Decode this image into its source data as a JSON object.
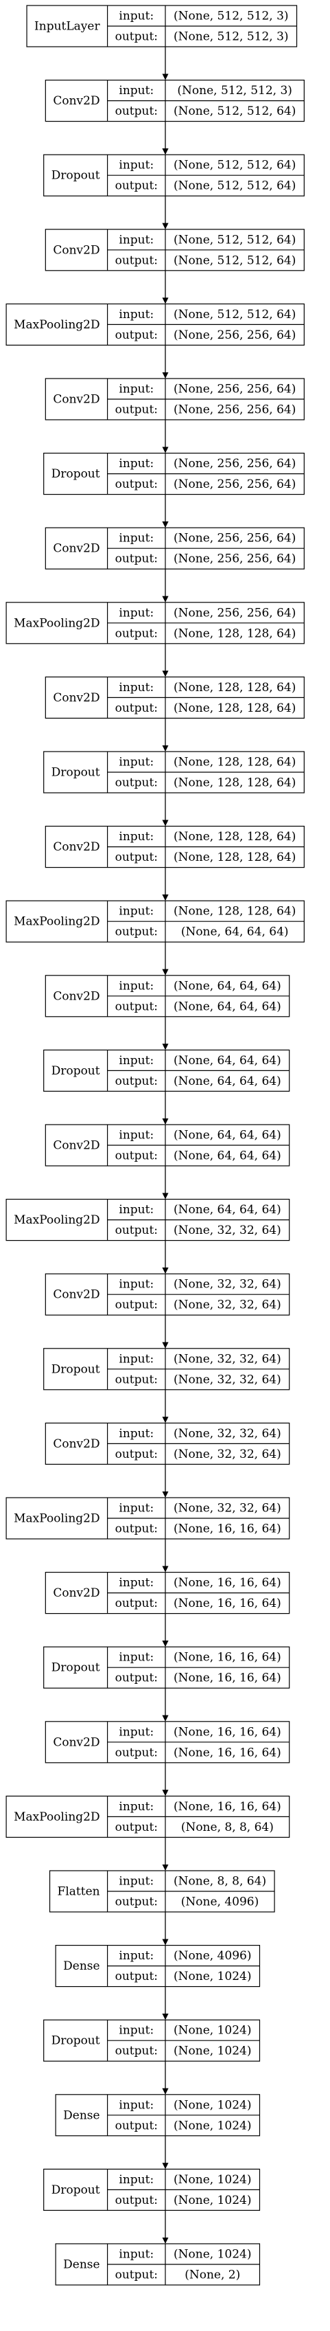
{
  "diagram": {
    "labels": {
      "input": "input:",
      "output": "output:"
    },
    "layers": [
      {
        "name": "InputLayer",
        "input": "(None, 512, 512, 3)",
        "output": "(None, 512, 512, 3)"
      },
      {
        "name": "Conv2D",
        "input": "(None, 512, 512, 3)",
        "output": "(None, 512, 512, 64)"
      },
      {
        "name": "Dropout",
        "input": "(None, 512, 512, 64)",
        "output": "(None, 512, 512, 64)"
      },
      {
        "name": "Conv2D",
        "input": "(None, 512, 512, 64)",
        "output": "(None, 512, 512, 64)"
      },
      {
        "name": "MaxPooling2D",
        "input": "(None, 512, 512, 64)",
        "output": "(None, 256, 256, 64)"
      },
      {
        "name": "Conv2D",
        "input": "(None, 256, 256, 64)",
        "output": "(None, 256, 256, 64)"
      },
      {
        "name": "Dropout",
        "input": "(None, 256, 256, 64)",
        "output": "(None, 256, 256, 64)"
      },
      {
        "name": "Conv2D",
        "input": "(None, 256, 256, 64)",
        "output": "(None, 256, 256, 64)"
      },
      {
        "name": "MaxPooling2D",
        "input": "(None, 256, 256, 64)",
        "output": "(None, 128, 128, 64)"
      },
      {
        "name": "Conv2D",
        "input": "(None, 128, 128, 64)",
        "output": "(None, 128, 128, 64)"
      },
      {
        "name": "Dropout",
        "input": "(None, 128, 128, 64)",
        "output": "(None, 128, 128, 64)"
      },
      {
        "name": "Conv2D",
        "input": "(None, 128, 128, 64)",
        "output": "(None, 128, 128, 64)"
      },
      {
        "name": "MaxPooling2D",
        "input": "(None, 128, 128, 64)",
        "output": "(None, 64, 64, 64)"
      },
      {
        "name": "Conv2D",
        "input": "(None, 64, 64, 64)",
        "output": "(None, 64, 64, 64)"
      },
      {
        "name": "Dropout",
        "input": "(None, 64, 64, 64)",
        "output": "(None, 64, 64, 64)"
      },
      {
        "name": "Conv2D",
        "input": "(None, 64, 64, 64)",
        "output": "(None, 64, 64, 64)"
      },
      {
        "name": "MaxPooling2D",
        "input": "(None, 64, 64, 64)",
        "output": "(None, 32, 32, 64)"
      },
      {
        "name": "Conv2D",
        "input": "(None, 32, 32, 64)",
        "output": "(None, 32, 32, 64)"
      },
      {
        "name": "Dropout",
        "input": "(None, 32, 32, 64)",
        "output": "(None, 32, 32, 64)"
      },
      {
        "name": "Conv2D",
        "input": "(None, 32, 32, 64)",
        "output": "(None, 32, 32, 64)"
      },
      {
        "name": "MaxPooling2D",
        "input": "(None, 32, 32, 64)",
        "output": "(None, 16, 16, 64)"
      },
      {
        "name": "Conv2D",
        "input": "(None, 16, 16, 64)",
        "output": "(None, 16, 16, 64)"
      },
      {
        "name": "Dropout",
        "input": "(None, 16, 16, 64)",
        "output": "(None, 16, 16, 64)"
      },
      {
        "name": "Conv2D",
        "input": "(None, 16, 16, 64)",
        "output": "(None, 16, 16, 64)"
      },
      {
        "name": "MaxPooling2D",
        "input": "(None, 16, 16, 64)",
        "output": "(None, 8, 8, 64)"
      },
      {
        "name": "Flatten",
        "input": "(None, 8, 8, 64)",
        "output": "(None, 4096)"
      },
      {
        "name": "Dense",
        "input": "(None, 4096)",
        "output": "(None, 1024)"
      },
      {
        "name": "Dropout",
        "input": "(None, 1024)",
        "output": "(None, 1024)"
      },
      {
        "name": "Dense",
        "input": "(None, 1024)",
        "output": "(None, 1024)"
      },
      {
        "name": "Dropout",
        "input": "(None, 1024)",
        "output": "(None, 1024)"
      },
      {
        "name": "Dense",
        "input": "(None, 1024)",
        "output": "(None, 2)"
      }
    ]
  }
}
